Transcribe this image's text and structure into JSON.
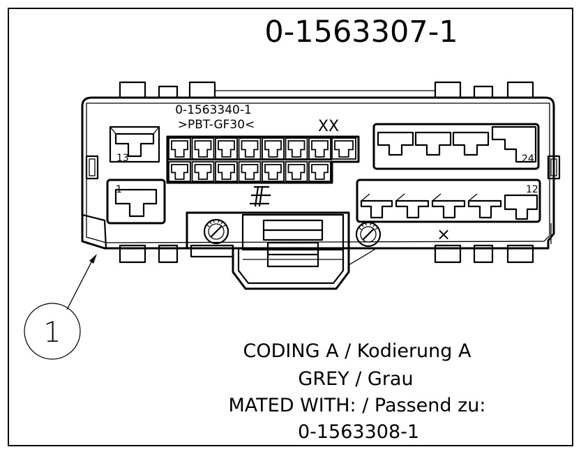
{
  "part_number": "0-1563307-1",
  "material_marking": {
    "line1": "0-1563340-1",
    "line2": ">PBT-GF30<",
    "code": "XX"
  },
  "pin_labels": {
    "p1": "1",
    "p12": "12",
    "p13": "13",
    "p24": "24"
  },
  "lower_mark": "×",
  "balloon": "1",
  "notes": {
    "line1": "CODING  A  /  Kodierung  A",
    "line2": "GREY  /  Grau",
    "line3": "MATED  WITH:  /  Passend  zu:",
    "line4": "0-1563308-1"
  }
}
